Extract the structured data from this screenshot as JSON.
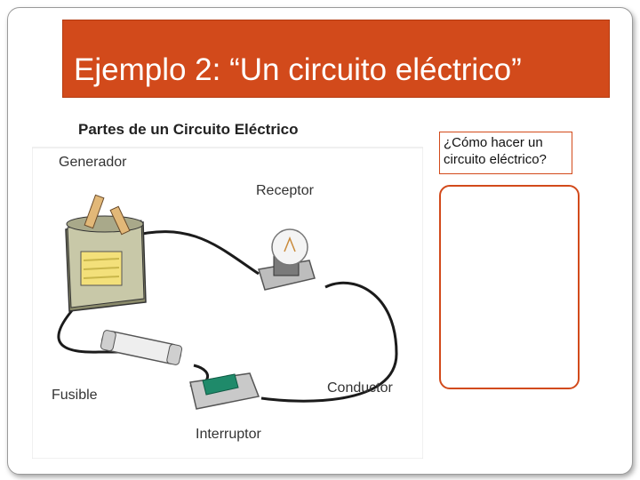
{
  "slide": {
    "title": "Ejemplo 2: “Un circuito eléctrico”"
  },
  "figure": {
    "title": "Partes de un Circuito Eléctrico",
    "labels": {
      "generator": "Generador",
      "receptor": "Receptor",
      "fuse": "Fusible",
      "conductor": "Conductor",
      "switch": "Interruptor"
    }
  },
  "question": {
    "text": "¿Cómo hacer un circuito eléctrico?"
  },
  "answer": {
    "text": ""
  },
  "colors": {
    "accent": "#d24a1b",
    "switch_green": "#1f8a6a",
    "battery_yellow": "#f3e07a"
  }
}
